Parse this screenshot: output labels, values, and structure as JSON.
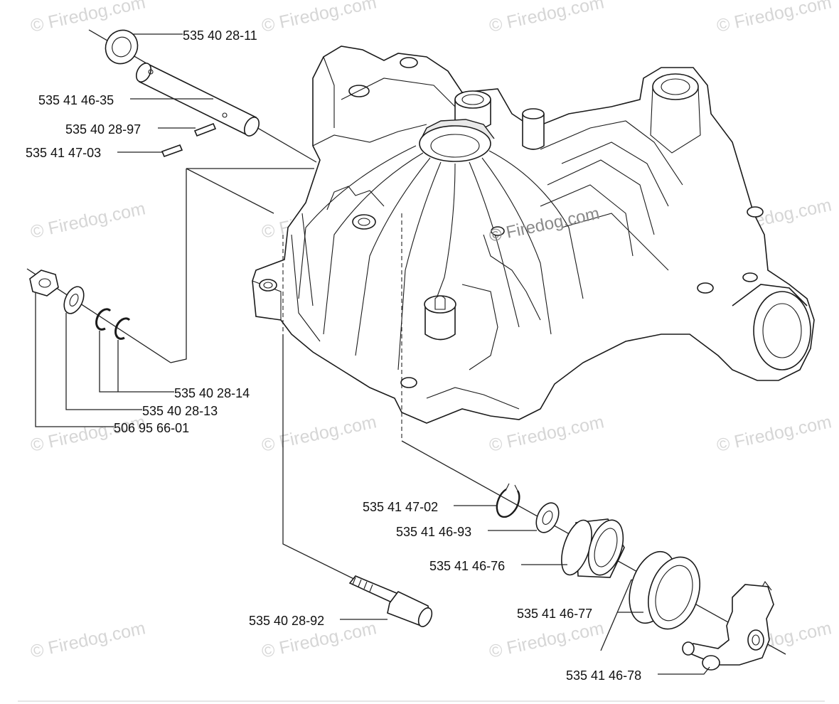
{
  "watermark": "© Firedog.com",
  "parts": [
    {
      "id": "p1",
      "number": "535 40 28-11"
    },
    {
      "id": "p2",
      "number": "535 41 46-35"
    },
    {
      "id": "p3",
      "number": "535 40 28-97"
    },
    {
      "id": "p4",
      "number": "535 41 47-03"
    },
    {
      "id": "p5",
      "number": "535 40 28-14"
    },
    {
      "id": "p6",
      "number": "535 40 28-13"
    },
    {
      "id": "p7",
      "number": "506 95 66-01"
    },
    {
      "id": "p8",
      "number": "535 41 47-02"
    },
    {
      "id": "p9",
      "number": "535 41 46-93"
    },
    {
      "id": "p10",
      "number": "535 41 46-76"
    },
    {
      "id": "p11",
      "number": "535 40 28-92"
    },
    {
      "id": "p12",
      "number": "535 41 46-77"
    },
    {
      "id": "p13",
      "number": "535 41 46-78"
    }
  ]
}
